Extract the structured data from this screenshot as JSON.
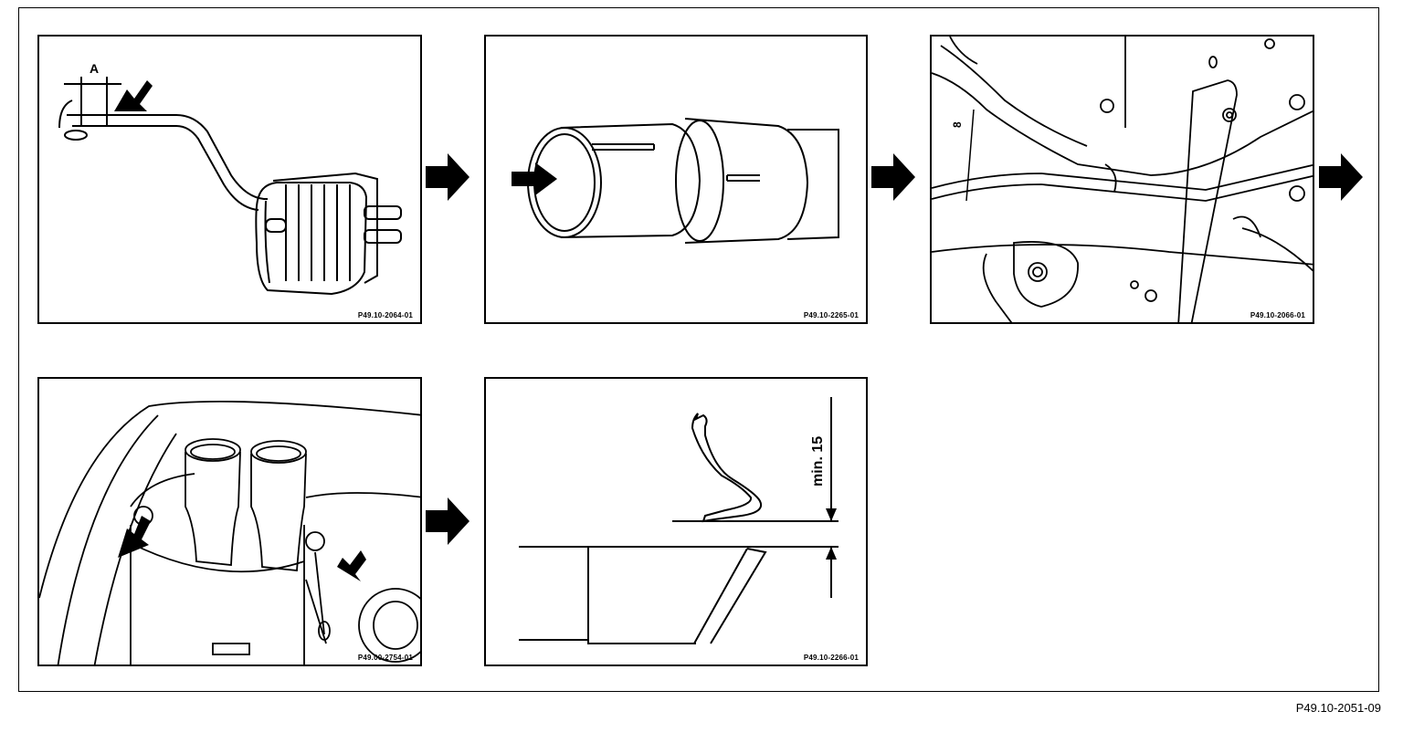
{
  "figure_code": "P49.10-2051-09",
  "colors": {
    "line": "#000000",
    "background": "#ffffff"
  },
  "panels": [
    {
      "id": "panel-1",
      "code": "P49.10-2064-01",
      "label": "A"
    },
    {
      "id": "panel-2",
      "code": "P49.10-2265-01"
    },
    {
      "id": "panel-3",
      "code": "P49.10-2066-01"
    },
    {
      "id": "panel-4",
      "code": "P49.00-2754-01"
    },
    {
      "id": "panel-5",
      "code": "P49.10-2266-01",
      "dimension": "min. 15"
    }
  ],
  "arrows": [
    "step-arrow-icon",
    "step-arrow-icon",
    "step-arrow-icon",
    "step-arrow-icon"
  ]
}
